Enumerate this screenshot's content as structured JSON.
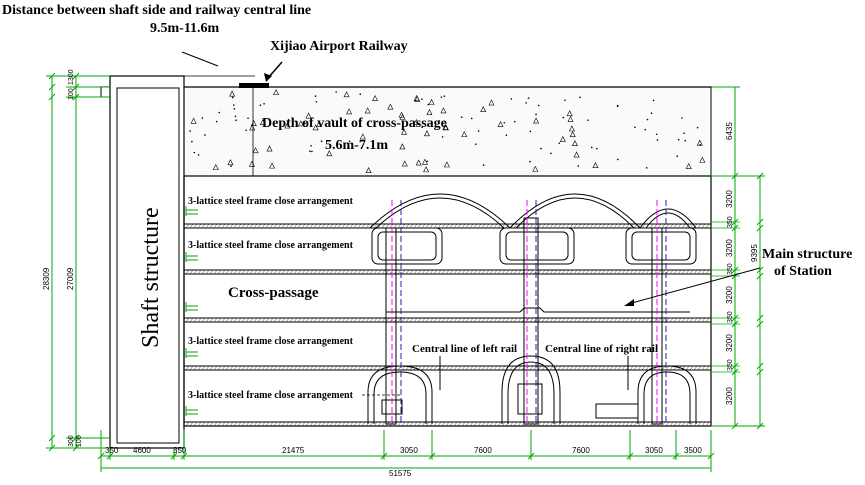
{
  "annotations": {
    "distance_title": "Distance between shaft side and railway central line",
    "distance_value": "9.5m-11.6m",
    "railway": "Xijiao Airport Railway",
    "depth_title": "Depth of vault of cross-passage",
    "depth_value": "5.6m-7.1m",
    "shaft": "Shaft structure",
    "cross_passage": "Cross-passage",
    "main_structure_line1": "Main structure",
    "main_structure_line2": "of Station",
    "left_rail": "Central line of left rail",
    "right_rail": "Central line of right rail"
  },
  "layers": [
    {
      "label": "3-lattice steel frame close arrangement"
    },
    {
      "label": "3-lattice steel frame close arrangement"
    },
    {
      "label": "3-lattice steel frame close arrangement"
    },
    {
      "label": "3-lattice steel frame close arrangement"
    }
  ],
  "dimensions": {
    "bottom_segments": [
      "350",
      "4600",
      "350",
      "21475",
      "3050",
      "7600",
      "7600",
      "3050",
      "3500"
    ],
    "bottom_total": "51575",
    "left_outer": "28309",
    "left_inner": "27009",
    "left_top_a": "1300",
    "left_top_b": "100",
    "left_bottom_a": "300",
    "left_bottom_b": "100",
    "right_top": "6435",
    "right_rows": [
      "3200",
      "350",
      "3200",
      "350",
      "3200",
      "350",
      "3200",
      "350",
      "3200"
    ],
    "right_total": "9395"
  },
  "colors": {
    "lines": "#000000",
    "dimensions": "#00aa00",
    "centerline_magenta": "#ff00ff",
    "centerline_blue": "#2222aa"
  }
}
